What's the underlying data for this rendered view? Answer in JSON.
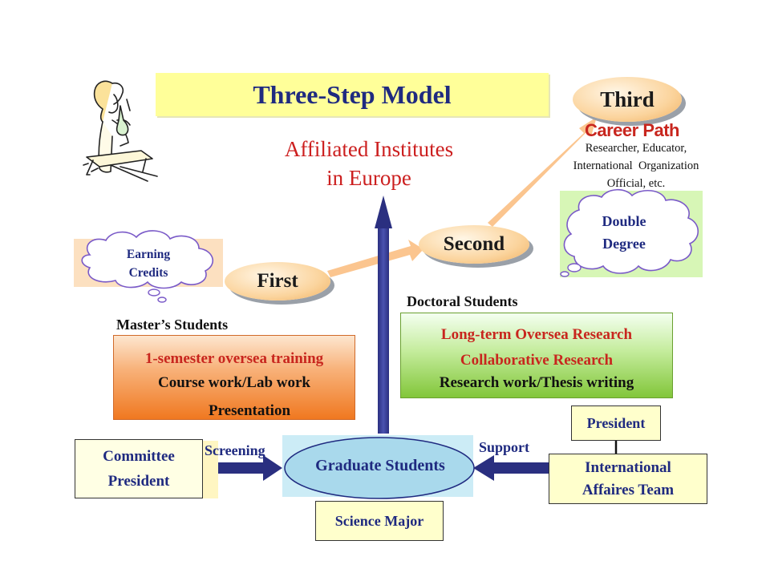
{
  "title": "Three-Step Model",
  "affiliated": {
    "line1": "Affiliated Institutes",
    "line2": "in Europe"
  },
  "steps": {
    "first": "First",
    "second": "Second",
    "third": "Third"
  },
  "career": {
    "heading": "Career Path",
    "line1": "Researcher, Educator,",
    "line2": "International  Organization",
    "line3": "Official, etc."
  },
  "double_degree": {
    "line1": "Double",
    "line2": "Degree"
  },
  "earning_credits": {
    "line1": "Earning",
    "line2": "Credits"
  },
  "masters": {
    "label": "Master’s Students",
    "items": [
      "1-semester oversea training",
      "Course work/Lab work",
      "Presentation"
    ]
  },
  "doctoral": {
    "label": "Doctoral Students",
    "items": [
      "Long-term Oversea Research",
      "Collaborative Research",
      "Research work/Thesis writing"
    ]
  },
  "committee": {
    "line1": "Committee",
    "line2": "President"
  },
  "screening": "Screening",
  "support": "Support",
  "graduate_students": "Graduate Students",
  "science_major": "Science Major",
  "president": "President",
  "international_affairs": {
    "line1": "International",
    "line2": "Affaires Team"
  },
  "colors": {
    "title_bg": "#ffff99",
    "navy": "#1f2a80",
    "red": "#c8261e",
    "peach_arrow": "#fbc58f"
  }
}
